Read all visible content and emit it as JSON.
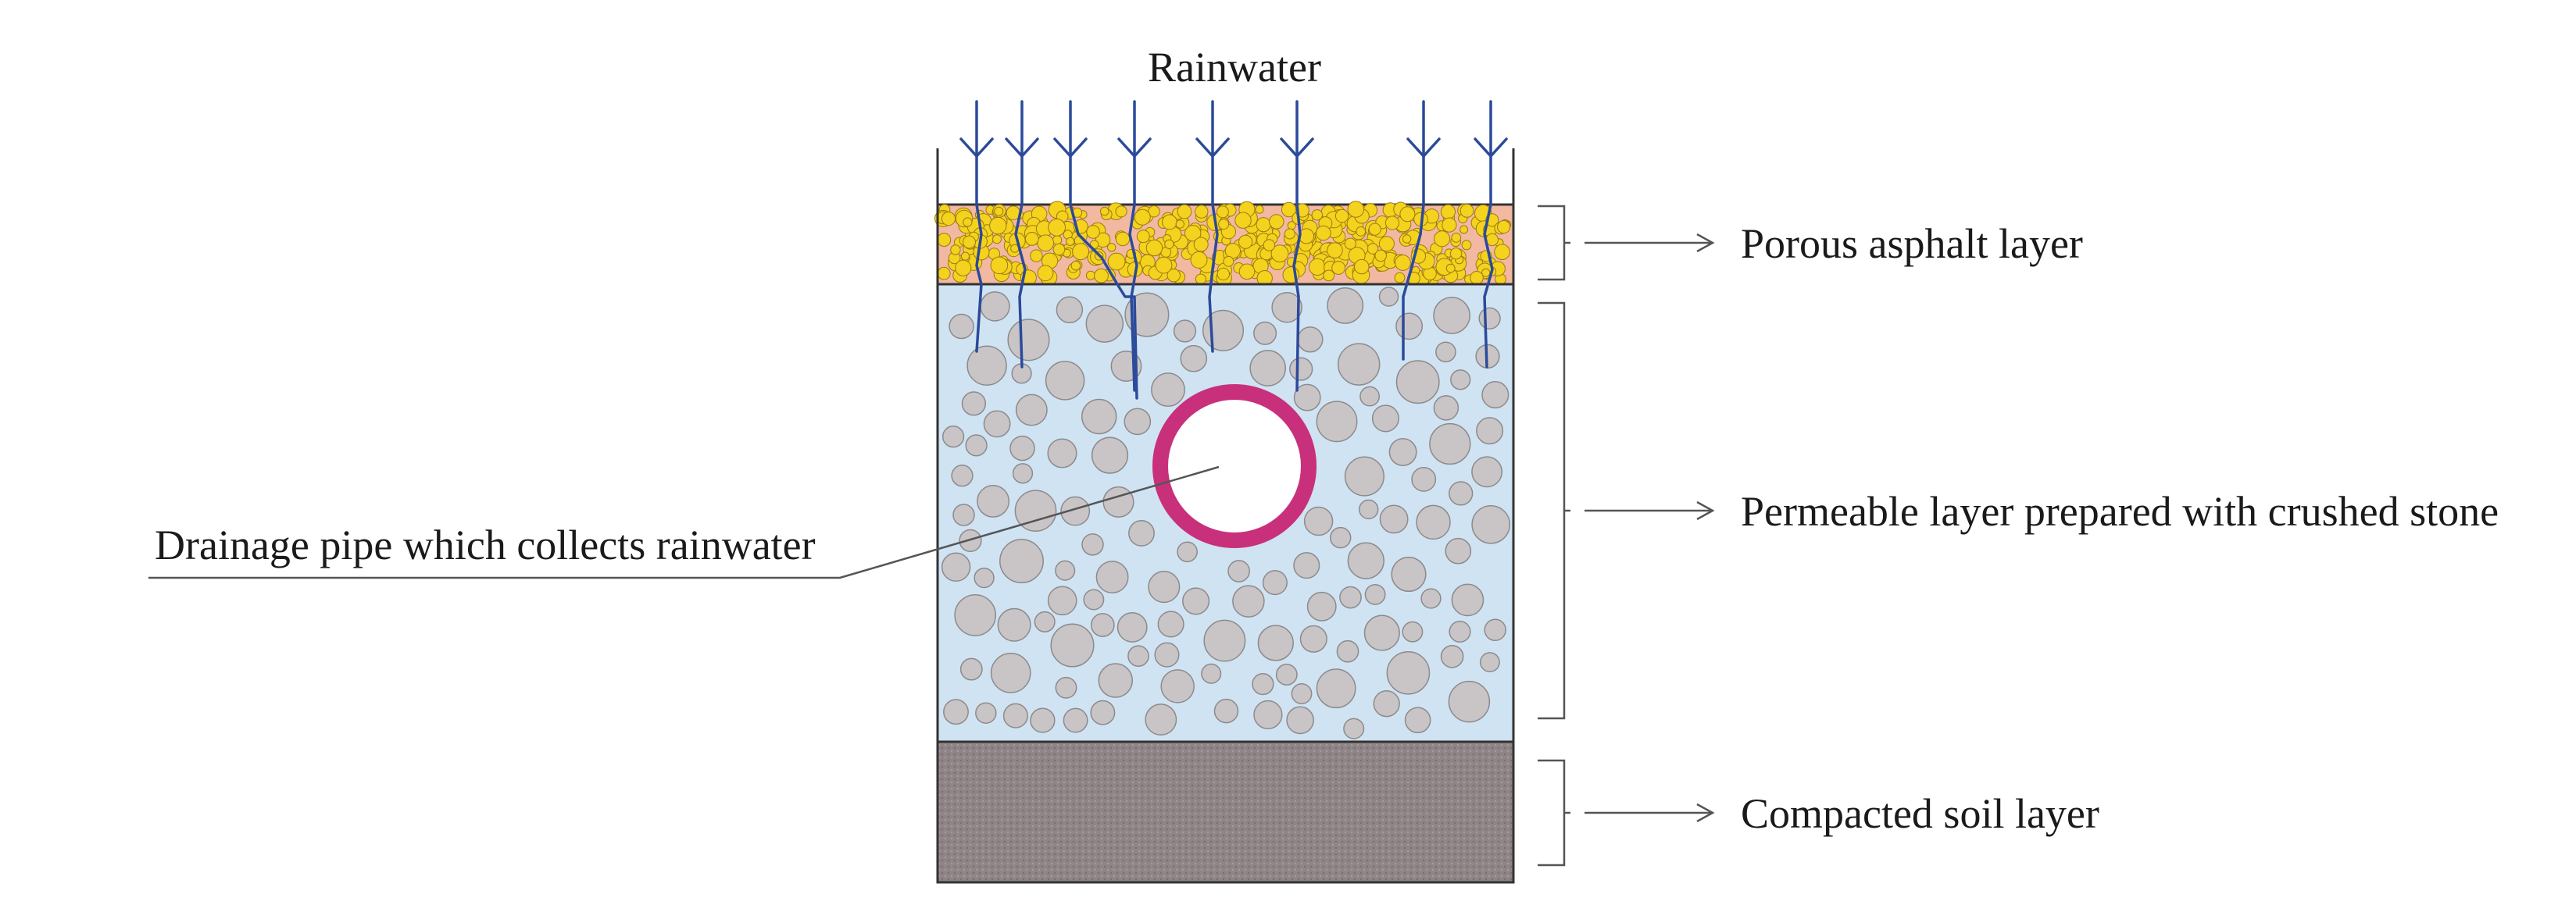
{
  "labels": {
    "rainwater": "Rainwater",
    "porous_asphalt": "Porous asphalt layer",
    "permeable_layer": "Permeable layer prepared with crushed stone",
    "compacted_soil": "Compacted soil layer",
    "drainage_pipe": "Drainage pipe which collects rainwater"
  },
  "colors": {
    "asphalt_fill": "#f2b8a2",
    "asphalt_grain": "#f4d21e",
    "stone_layer_fill": "#cfe3f3",
    "stone": "#c9c5c6",
    "soil_fill": "#8f8587",
    "pipe_ring": "#c8307c",
    "rain_lines": "#2b4a9a",
    "outline": "#333333"
  }
}
